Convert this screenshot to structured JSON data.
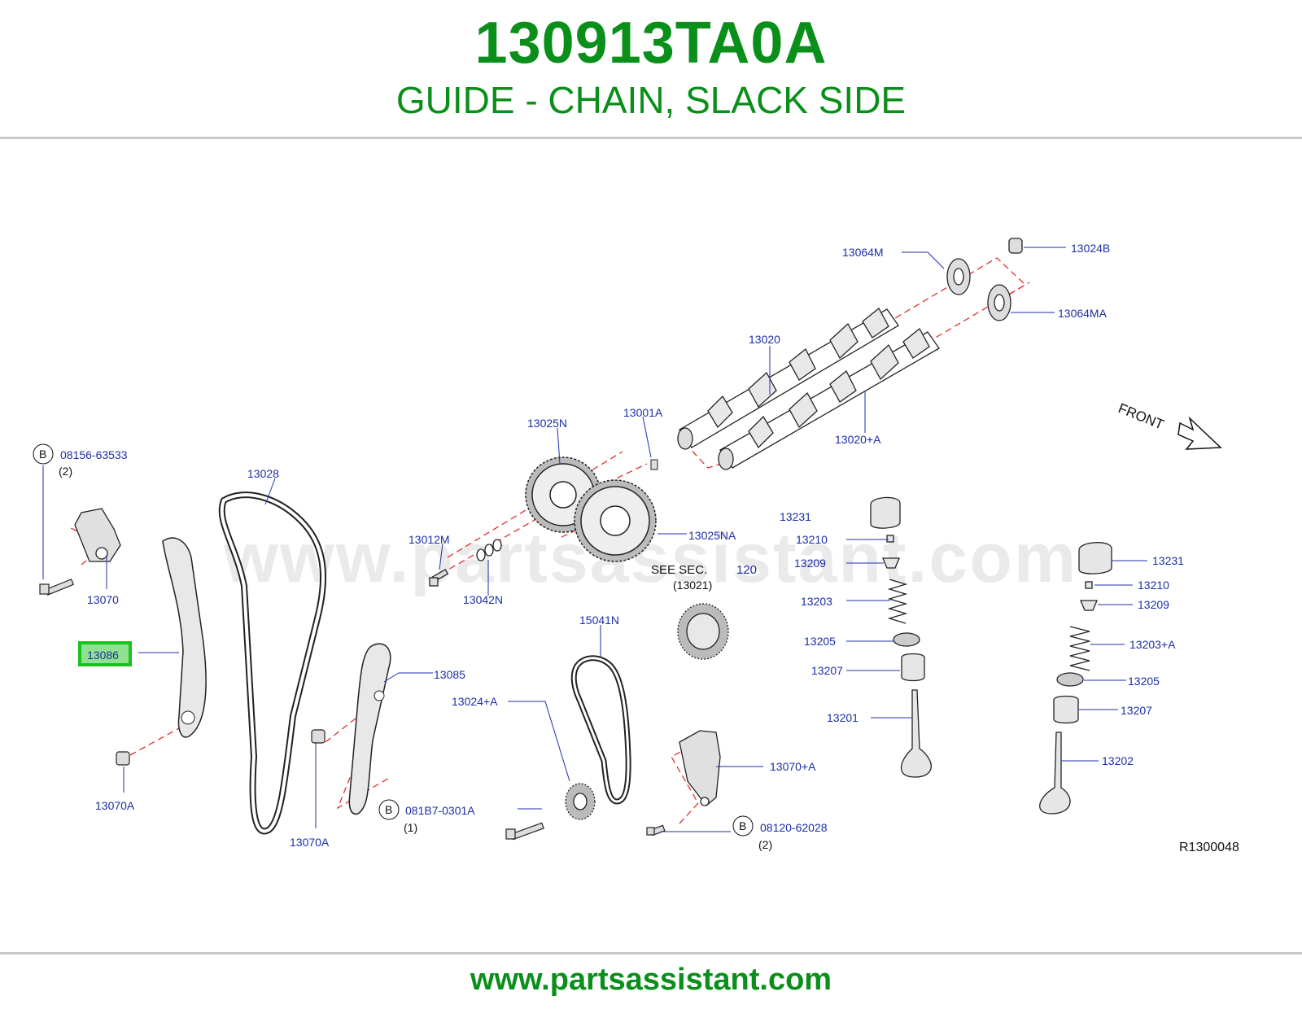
{
  "header": {
    "part_number": "130913TA0A",
    "part_name": "GUIDE - CHAIN, SLACK SIDE"
  },
  "footer": {
    "url": "www.partsassistant.com"
  },
  "colors": {
    "brand_green": "#0a8f1a",
    "label_blue": "#1c2fa8",
    "highlight_green": "#19c21e",
    "highlight_fill": "#8fe08f",
    "dash_red": "#e03030",
    "line": "#222222"
  },
  "diagram": {
    "watermark": "www.partsassistant.com",
    "ref_code": "R1300048",
    "front_label": "FRONT",
    "see_sec": "SEE   SEC.",
    "see_sec_num": "120",
    "see_sec_sub": "(13021)",
    "highlight_label": "13086",
    "labels": {
      "p13064m": "13064M",
      "p13024b": "13024B",
      "p13064ma": "13064MA",
      "p13020": "13020",
      "p13020a": "13020+A",
      "p13001a": "13001A",
      "p13025n": "13025N",
      "p13025na": "13025NA",
      "p08156": "08156-63533",
      "q08156": "(2)",
      "p13028": "13028",
      "p13012m": "13012M",
      "p13042n": "13042N",
      "p13070": "13070",
      "p13085": "13085",
      "p15041n": "15041N",
      "p13024a": "13024+A",
      "p13070a1": "13070A",
      "p13070a2": "13070A",
      "p081b7": "081B7-0301A",
      "q081b7": "(1)",
      "p13070pa": "13070+A",
      "p08120": "08120-62028",
      "q08120": "(2)",
      "p13231a": "13231",
      "p13210a": "13210",
      "p13209a": "13209",
      "p13203": "13203",
      "p13205a": "13205",
      "p13207a": "13207",
      "p13201": "13201",
      "p13231b": "13231",
      "p13210b": "13210",
      "p13209b": "13209",
      "p13203a": "13203+A",
      "p13205b": "13205",
      "p13207b": "13207",
      "p13202": "13202",
      "b1": "B",
      "b2": "B",
      "b3": "B"
    }
  }
}
